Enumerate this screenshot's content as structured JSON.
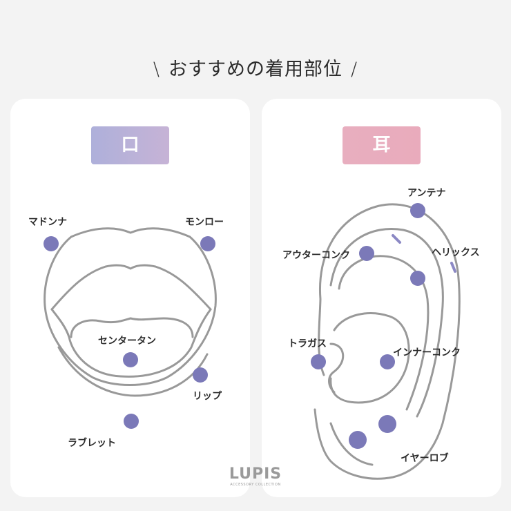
{
  "heading": {
    "title": "おすすめの着用部位",
    "left_mark": "\\",
    "right_mark": "/"
  },
  "mouth": {
    "badge": "口",
    "points": {
      "madonna": "マドンナ",
      "monroe": "モンロー",
      "center_tongue": "センタータン",
      "lip": "リップ",
      "labret": "ラブレット"
    }
  },
  "ear": {
    "badge": "耳",
    "points": {
      "antenna": "アンテナ",
      "helix": "ヘリックス",
      "outer_conch": "アウターコンク",
      "tragus": "トラガス",
      "inner_conch": "インナーコンク",
      "earlobe": "イヤーロブ"
    }
  },
  "logo": {
    "word": "LUPIS",
    "sub": "ACCESSORY COLLECTION"
  },
  "colors": {
    "dot": "#7b79b8",
    "line": "#999999",
    "card": "#ffffff",
    "background": "#f3f3f3"
  }
}
